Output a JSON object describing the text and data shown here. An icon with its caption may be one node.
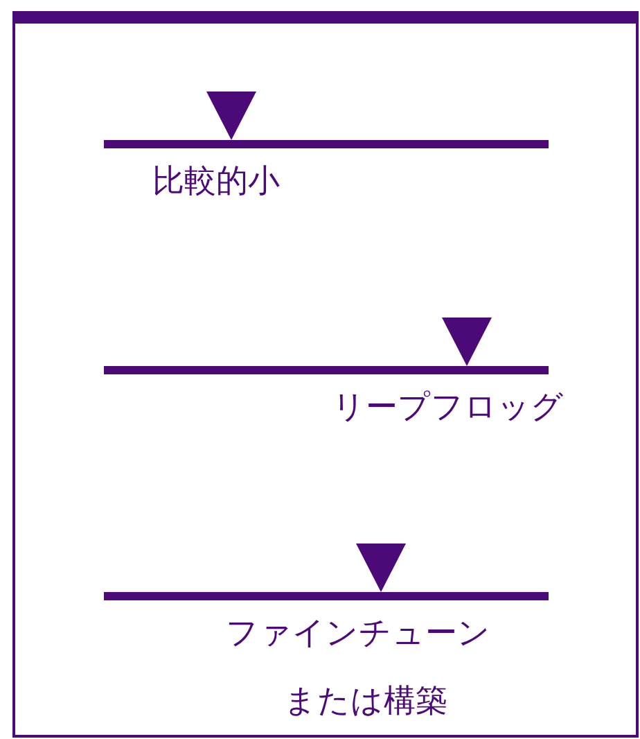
{
  "diagram": {
    "labels": [
      "比較的小",
      "リープフロッグ",
      "ファインチューン",
      "または構築"
    ]
  }
}
